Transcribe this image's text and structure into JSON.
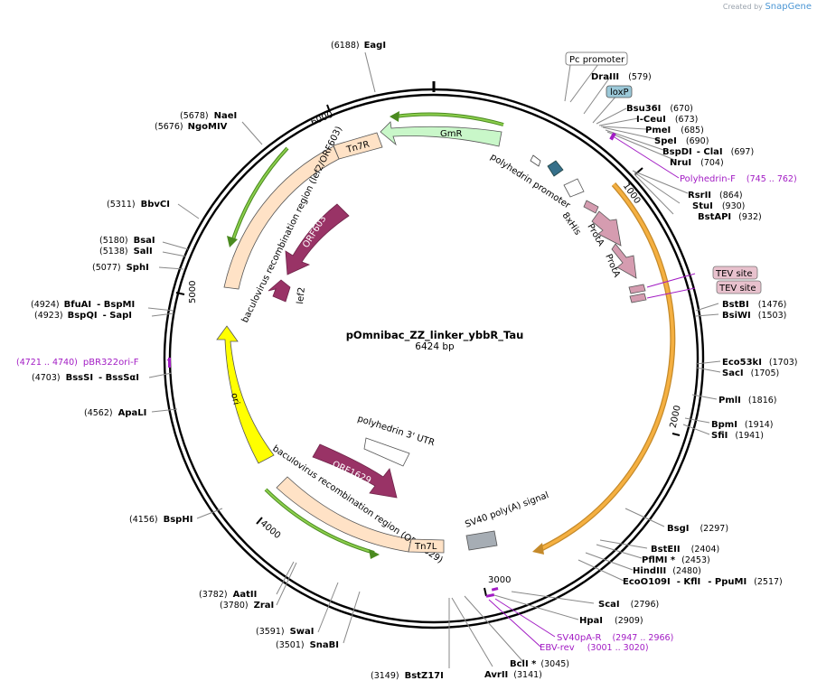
{
  "brand": {
    "prefix": "Created by",
    "name": "SnapGene"
  },
  "plasmid": {
    "name": "pOmnibac_ZZ_linker_ybbR_Tau",
    "length": "6424 bp"
  },
  "ticks": [
    "1000",
    "2000",
    "3000",
    "4000",
    "5000",
    "6000"
  ],
  "enzymes": {
    "EagI": {
      "name": "EagI",
      "pos": "(6188)"
    },
    "NaeI": {
      "name": "NaeI",
      "pos": "(5678)"
    },
    "NgoMIV": {
      "name": "NgoMIV",
      "pos": "(5676)"
    },
    "BbvCI": {
      "name": "BbvCI",
      "pos": "(5311)"
    },
    "BsaI": {
      "name": "BsaI",
      "pos": "(5180)"
    },
    "SalI": {
      "name": "SalI",
      "pos": "(5138)"
    },
    "SphI": {
      "name": "SphI",
      "pos": "(5077)"
    },
    "BfuAI": {
      "name": "BfuAI",
      "pos": "(4924)",
      "extra": "- BspMI"
    },
    "BspQI": {
      "name": "BspQI",
      "pos": "(4923)",
      "extra": "- SapI"
    },
    "BssSI": {
      "name": "BssSI",
      "pos": "(4703)",
      "extra": "- BssSαI"
    },
    "ApaLI": {
      "name": "ApaLI",
      "pos": "(4562)"
    },
    "BspHI": {
      "name": "BspHI",
      "pos": "(4156)"
    },
    "AatII": {
      "name": "AatII",
      "pos": "(3782)"
    },
    "ZraI": {
      "name": "ZraI",
      "pos": "(3780)"
    },
    "SwaI": {
      "name": "SwaI",
      "pos": "(3591)"
    },
    "SnaBI": {
      "name": "SnaBI",
      "pos": "(3501)"
    },
    "BstZ17I": {
      "name": "BstZ17I",
      "pos": "(3149)"
    },
    "AvrII": {
      "name": "AvrII",
      "pos": "(3141)"
    },
    "BclI": {
      "name": "BclI *",
      "pos": "(3045)"
    },
    "HpaI": {
      "name": "HpaI",
      "pos": "(2909)"
    },
    "ScaI": {
      "name": "ScaI",
      "pos": "(2796)"
    },
    "EcoO109I": {
      "name": "EcoO109I",
      "extra": "- KflI",
      "extra2": "- PpuMI",
      "pos": "(2517)"
    },
    "HindIII": {
      "name": "HindIII",
      "pos": "(2480)"
    },
    "PflMI": {
      "name": "PflMI *",
      "pos": "(2453)"
    },
    "BstEII": {
      "name": "BstEII",
      "pos": "(2404)"
    },
    "BsgI": {
      "name": "BsgI",
      "pos": "(2297)"
    },
    "SfiI": {
      "name": "SfiI",
      "pos": "(1941)"
    },
    "BpmI": {
      "name": "BpmI",
      "pos": "(1914)"
    },
    "PmlI": {
      "name": "PmlI",
      "pos": "(1816)"
    },
    "SacI": {
      "name": "SacI",
      "pos": "(1705)"
    },
    "Eco53kI": {
      "name": "Eco53kI",
      "pos": "(1703)"
    },
    "BsiWI": {
      "name": "BsiWI",
      "pos": "(1503)"
    },
    "BstBI": {
      "name": "BstBI",
      "pos": "(1476)"
    },
    "BstAPI": {
      "name": "BstAPI",
      "pos": "(932)"
    },
    "StuI": {
      "name": "StuI",
      "pos": "(930)"
    },
    "RsrII": {
      "name": "RsrII",
      "pos": "(864)"
    },
    "NruI": {
      "name": "NruI",
      "pos": "(704)"
    },
    "BspDI": {
      "name": "BspDI",
      "pos": "(697)",
      "extra": "- ClaI"
    },
    "SpeI": {
      "name": "SpeI",
      "pos": "(690)"
    },
    "PmeI": {
      "name": "PmeI",
      "pos": "(685)"
    },
    "ICeuI": {
      "name": "I-CeuI",
      "pos": "(673)"
    },
    "Bsu36I": {
      "name": "Bsu36I",
      "pos": "(670)"
    },
    "DraIII": {
      "name": "DraIII",
      "pos": "(579)"
    }
  },
  "primers": {
    "pBR322": {
      "name": "pBR322ori-F",
      "range": "(4721 .. 4740)"
    },
    "SV40pA": {
      "name": "SV40pA-R",
      "range": "(2947 .. 2966)"
    },
    "EBV": {
      "name": "EBV-rev",
      "range": "(3001 .. 3020)"
    },
    "Polyhedrin": {
      "name": "Polyhedrin-F",
      "range": "(745 .. 762)"
    }
  },
  "boxed": {
    "pc": "Pc promoter",
    "loxp": "loxP",
    "tev1": "TEV site",
    "tev2": "TEV site"
  },
  "features": {
    "gmr": "GmR",
    "tn7r": "Tn7R",
    "tn7l": "Tn7L",
    "recomb_left": "baculovirus recombination region (lef2/ORF603)",
    "recomb_bottom": "baculovirus recombination region (ORF1629)",
    "orf603": "ORF603",
    "lef2": "lef2",
    "ori": "ori",
    "orf1629": "ORF1629",
    "polyh_prom": "polyhedrin promoter",
    "his": "8xHis",
    "prota1": "ProtA",
    "prota2": "ProtA",
    "utr": "polyhedrin 3' UTR",
    "sv40": "SV40 poly(A) signal"
  },
  "colors": {
    "backbone": "#000000",
    "misc": "#ffe2c6",
    "gmr": "#c9f7c9",
    "ori": "#ffff00",
    "orf": "#993366",
    "prota": "#d59cb0",
    "sv40": "#a6adb4",
    "loxp": "#9bc8d8",
    "primer": "#a21cc4",
    "orange": "#f5b041",
    "green": "#8ccf4d"
  }
}
